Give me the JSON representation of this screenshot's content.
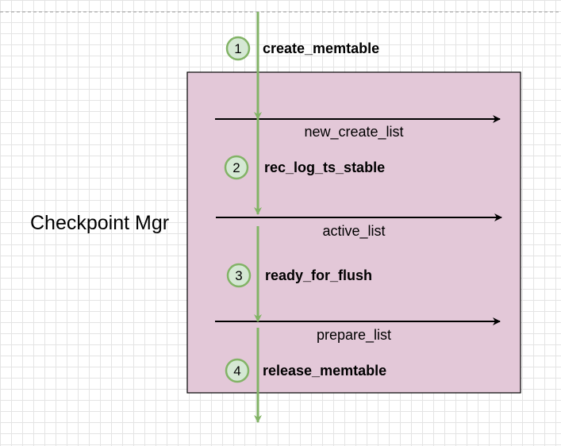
{
  "colors": {
    "box_fill": "#e3c8d8",
    "box_stroke": "#000000",
    "flow_arrow": "#82b366",
    "step_fill": "#d5e8d4",
    "step_stroke": "#82b366",
    "list_arrow": "#000000"
  },
  "component": {
    "label": "Checkpoint Mgr"
  },
  "steps": [
    {
      "number": "1",
      "label": "create_memtable"
    },
    {
      "number": "2",
      "label": "rec_log_ts_stable"
    },
    {
      "number": "3",
      "label": "ready_for_flush"
    },
    {
      "number": "4",
      "label": "release_memtable"
    }
  ],
  "lists": [
    {
      "label": "new_create_list"
    },
    {
      "label": "active_list"
    },
    {
      "label": "prepare_list"
    }
  ]
}
